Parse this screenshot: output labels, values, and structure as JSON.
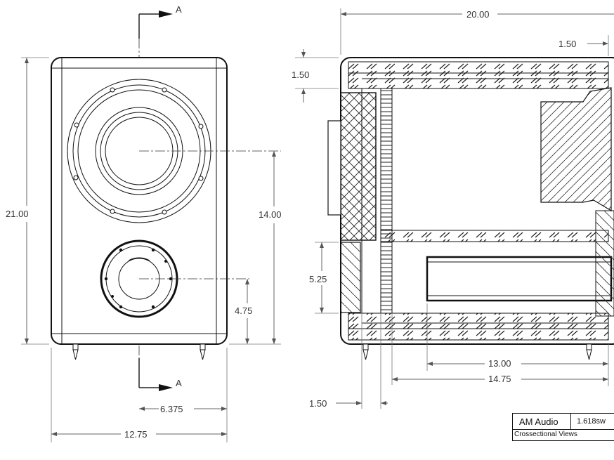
{
  "section_markers": {
    "top_label": "A",
    "bottom_label": "A"
  },
  "front_view": {
    "dimensions": {
      "height": "21.00",
      "woofer_center": "14.00",
      "tweeter_center": "4.75",
      "half_width": "6.375",
      "width": "12.75"
    }
  },
  "section_view": {
    "dimensions": {
      "depth": "20.00",
      "right_wall": "1.50",
      "top_panel": "1.50",
      "port_height": "5.25",
      "port_length": "13.00",
      "inner_length": "14.75",
      "front_baffle": "1.50"
    }
  },
  "title_block": {
    "company": "AM Audio",
    "doc_number": "1.618sw",
    "title": "Crossectional Views"
  }
}
